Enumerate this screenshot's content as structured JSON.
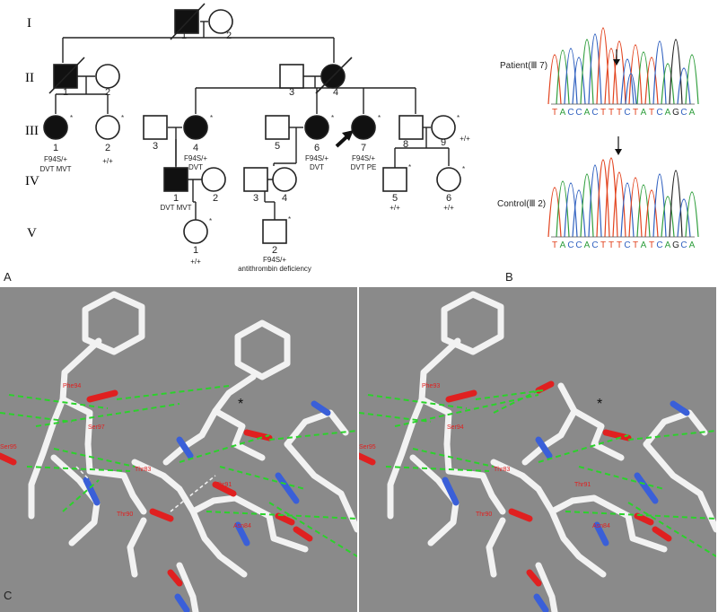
{
  "panels": {
    "a": "A",
    "b": "B",
    "c": "C"
  },
  "pedigree": {
    "generations": [
      "I",
      "II",
      "III",
      "IV",
      "V"
    ],
    "individuals": [
      {
        "gen": "I",
        "num": "1",
        "sex": "male",
        "affected": true,
        "deceased": true
      },
      {
        "gen": "I",
        "num": "2",
        "sex": "female",
        "affected": false
      },
      {
        "gen": "II",
        "num": "1",
        "sex": "male",
        "affected": true,
        "deceased": true
      },
      {
        "gen": "II",
        "num": "2",
        "sex": "female",
        "affected": false
      },
      {
        "gen": "II",
        "num": "3",
        "sex": "male",
        "affected": false
      },
      {
        "gen": "II",
        "num": "4",
        "sex": "female",
        "affected": true,
        "deceased": true
      },
      {
        "gen": "III",
        "num": "1",
        "sex": "female",
        "affected": true,
        "genotype": "F94S/+",
        "phenotype": "DVT MVT"
      },
      {
        "gen": "III",
        "num": "2",
        "sex": "female",
        "affected": false,
        "genotype": "+/+"
      },
      {
        "gen": "III",
        "num": "3",
        "sex": "male",
        "affected": false
      },
      {
        "gen": "III",
        "num": "4",
        "sex": "female",
        "affected": true,
        "genotype": "F94S/+",
        "phenotype": "DVT"
      },
      {
        "gen": "III",
        "num": "5",
        "sex": "male",
        "affected": false
      },
      {
        "gen": "III",
        "num": "6",
        "sex": "female",
        "affected": true,
        "genotype": "F94S/+",
        "phenotype": "DVT"
      },
      {
        "gen": "III",
        "num": "7",
        "sex": "female",
        "affected": true,
        "genotype": "F94S/+",
        "phenotype": "DVT PE",
        "proband": true
      },
      {
        "gen": "III",
        "num": "8",
        "sex": "male",
        "affected": false
      },
      {
        "gen": "III",
        "num": "9",
        "sex": "female",
        "affected": false,
        "genotype": "+/+"
      },
      {
        "gen": "IV",
        "num": "1",
        "sex": "male",
        "affected": true,
        "phenotype": "DVT MVT"
      },
      {
        "gen": "IV",
        "num": "2",
        "sex": "female",
        "affected": false
      },
      {
        "gen": "IV",
        "num": "3",
        "sex": "male",
        "affected": false
      },
      {
        "gen": "IV",
        "num": "4",
        "sex": "female",
        "affected": false
      },
      {
        "gen": "IV",
        "num": "5",
        "sex": "male",
        "affected": false,
        "genotype": "+/+"
      },
      {
        "gen": "IV",
        "num": "6",
        "sex": "female",
        "affected": false,
        "genotype": "+/+"
      },
      {
        "gen": "V",
        "num": "1",
        "sex": "female",
        "affected": false,
        "genotype": "+/+"
      },
      {
        "gen": "V",
        "num": "2",
        "sex": "male",
        "affected": false,
        "genotype": "F94S/+",
        "phenotype": "antithrombin deficiency"
      }
    ],
    "tested_marker": "*"
  },
  "sequencing": {
    "patient_label": "Patient(Ⅲ 7)",
    "control_label": "Control(Ⅲ 2)",
    "sequence": "TACCACTTTCTATCAGCA",
    "base_colors": {
      "A": "#2f9e3c",
      "C": "#2e5fbf",
      "G": "#222222",
      "T": "#e2421d"
    }
  },
  "structure": {
    "mutant_marker": "*",
    "left_labels": [
      "Phe94",
      "Ser97",
      "Ser95",
      "Thr83",
      "Thr90",
      "Thr91",
      "Asn84"
    ],
    "right_labels": [
      "Phe93",
      "Ser94",
      "Ser95",
      "Thr83",
      "Thr90",
      "Thr91",
      "Asn84"
    ]
  }
}
